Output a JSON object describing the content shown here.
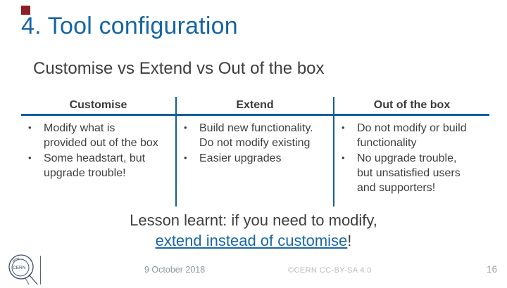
{
  "slide": {
    "title": "4. Tool configuration",
    "subtitle": "Customise vs Extend vs Out of the box",
    "table": {
      "columns": [
        {
          "header": "Customise",
          "bullets": [
            "Modify what is\nprovided out of the box",
            "Some headstart, but\nupgrade trouble!"
          ]
        },
        {
          "header": "Extend",
          "bullets": [
            "Build new functionality.\nDo not modify existing",
            "Easier upgrades"
          ]
        },
        {
          "header": "Out of the box",
          "bullets": [
            "Do not modify or build\nfunctionality",
            "No upgrade trouble,\nbut unsatisfied users\nand supporters!"
          ]
        }
      ]
    },
    "lesson": {
      "line1": "Lesson learnt: if you need to modify,",
      "link_text": "extend instead of customise",
      "suffix": "!"
    },
    "footer": {
      "date": "9 October 2018",
      "license": "©CERN CC-BY-SA 4.0",
      "page_number": "16"
    },
    "colors": {
      "title_blue": "#1565a5",
      "line_blue": "#135e9c",
      "link_blue": "#1a67a5",
      "text_gray": "#3e3e3e",
      "accent_red": "#8c1f26"
    },
    "bullet_glyph": "•"
  }
}
